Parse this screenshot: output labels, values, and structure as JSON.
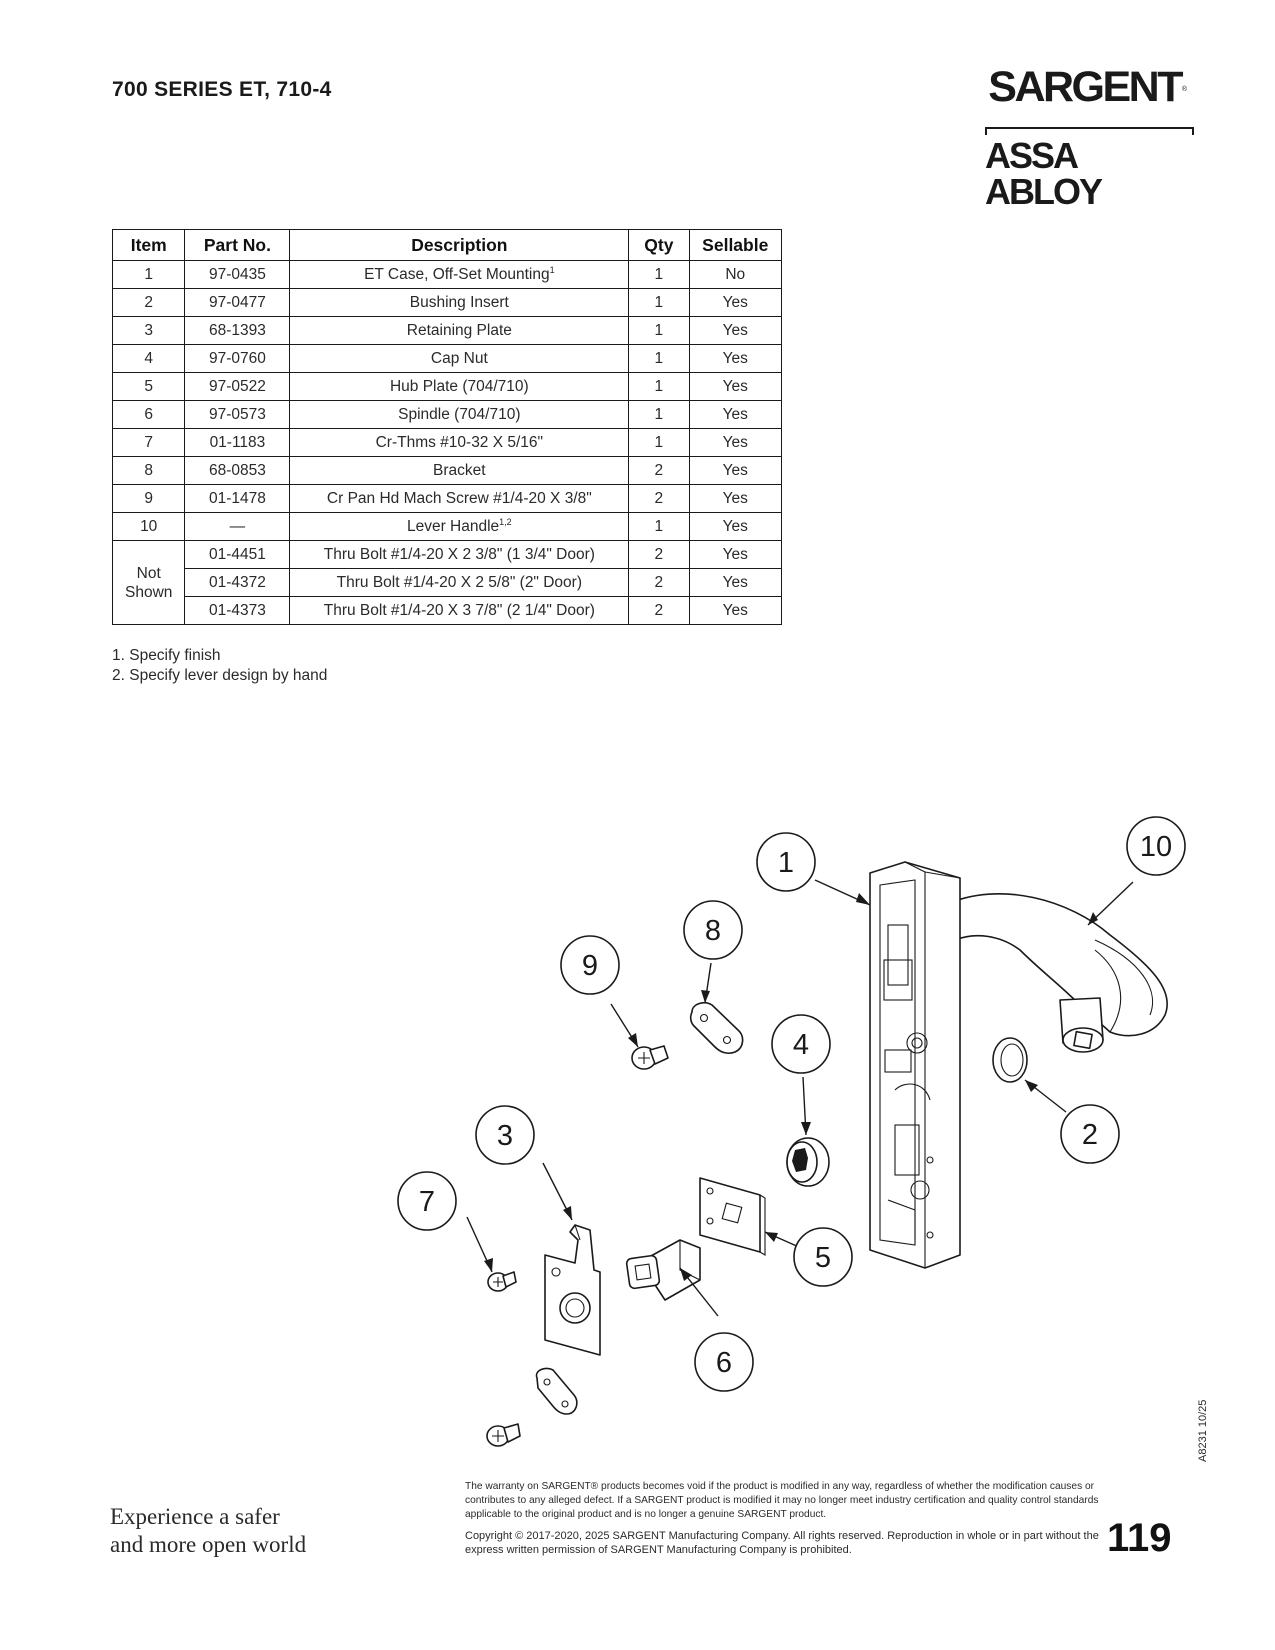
{
  "header": {
    "title": "700 SERIES ET, 710-4",
    "logo_brand": "SARGENT",
    "logo_parent": "ASSA ABLOY"
  },
  "parts_table": {
    "headers": [
      "Item",
      "Part No.",
      "Description",
      "Qty",
      "Sellable"
    ],
    "rows": [
      {
        "item": "1",
        "part_no": "97-0435",
        "description": "ET Case, Off-Set Mounting",
        "note": "1",
        "qty": "1",
        "sellable": "No"
      },
      {
        "item": "2",
        "part_no": "97-0477",
        "description": "Bushing Insert",
        "note": "",
        "qty": "1",
        "sellable": "Yes"
      },
      {
        "item": "3",
        "part_no": "68-1393",
        "description": "Retaining Plate",
        "note": "",
        "qty": "1",
        "sellable": "Yes"
      },
      {
        "item": "4",
        "part_no": "97-0760",
        "description": "Cap Nut",
        "note": "",
        "qty": "1",
        "sellable": "Yes"
      },
      {
        "item": "5",
        "part_no": "97-0522",
        "description": "Hub Plate (704/710)",
        "note": "",
        "qty": "1",
        "sellable": "Yes"
      },
      {
        "item": "6",
        "part_no": "97-0573",
        "description": "Spindle (704/710)",
        "note": "",
        "qty": "1",
        "sellable": "Yes"
      },
      {
        "item": "7",
        "part_no": "01-1183",
        "description": "Cr-Thms #10-32 X 5/16\"",
        "note": "",
        "qty": "1",
        "sellable": "Yes"
      },
      {
        "item": "8",
        "part_no": "68-0853",
        "description": "Bracket",
        "note": "",
        "qty": "2",
        "sellable": "Yes"
      },
      {
        "item": "9",
        "part_no": "01-1478",
        "description": "Cr Pan Hd Mach Screw #1/4-20 X 3/8\"",
        "note": "",
        "qty": "2",
        "sellable": "Yes"
      },
      {
        "item": "10",
        "part_no": "—",
        "description": "Lever Handle",
        "note": "1,2",
        "qty": "1",
        "sellable": "Yes"
      }
    ],
    "not_shown_label": "Not Shown",
    "not_shown_rows": [
      {
        "part_no": "01-4451",
        "description": "Thru Bolt #1/4-20 X 2 3/8\" (1 3/4\" Door)",
        "qty": "2",
        "sellable": "Yes"
      },
      {
        "part_no": "01-4372",
        "description": "Thru Bolt #1/4-20 X 2 5/8\" (2\" Door)",
        "qty": "2",
        "sellable": "Yes"
      },
      {
        "part_no": "01-4373",
        "description": "Thru Bolt #1/4-20 X 3 7/8\" (2 1/4\" Door)",
        "qty": "2",
        "sellable": "Yes"
      }
    ]
  },
  "footnotes": [
    "1. Specify finish",
    "2. Specify lever design by hand"
  ],
  "diagram": {
    "callouts": [
      "1",
      "2",
      "3",
      "4",
      "5",
      "6",
      "7",
      "8",
      "9",
      "10"
    ]
  },
  "footer": {
    "doc_code": "A8231  10/25",
    "tagline_line1": "Experience a safer",
    "tagline_line2": "and more open world",
    "warranty": "The warranty on SARGENT® products becomes void if the product is modified in any way, regardless of whether the modification causes or contributes to any alleged defect. If a SARGENT product is modified it may no longer meet industry certification and quality control standards applicable to the original product and is no longer a genuine SARGENT product.",
    "copyright": "Copyright © 2017-2020, 2025 SARGENT Manufacturing Company. All rights reserved. Reproduction in whole or in part without the express written permission of SARGENT Manufacturing Company is prohibited.",
    "page_number": "119"
  }
}
